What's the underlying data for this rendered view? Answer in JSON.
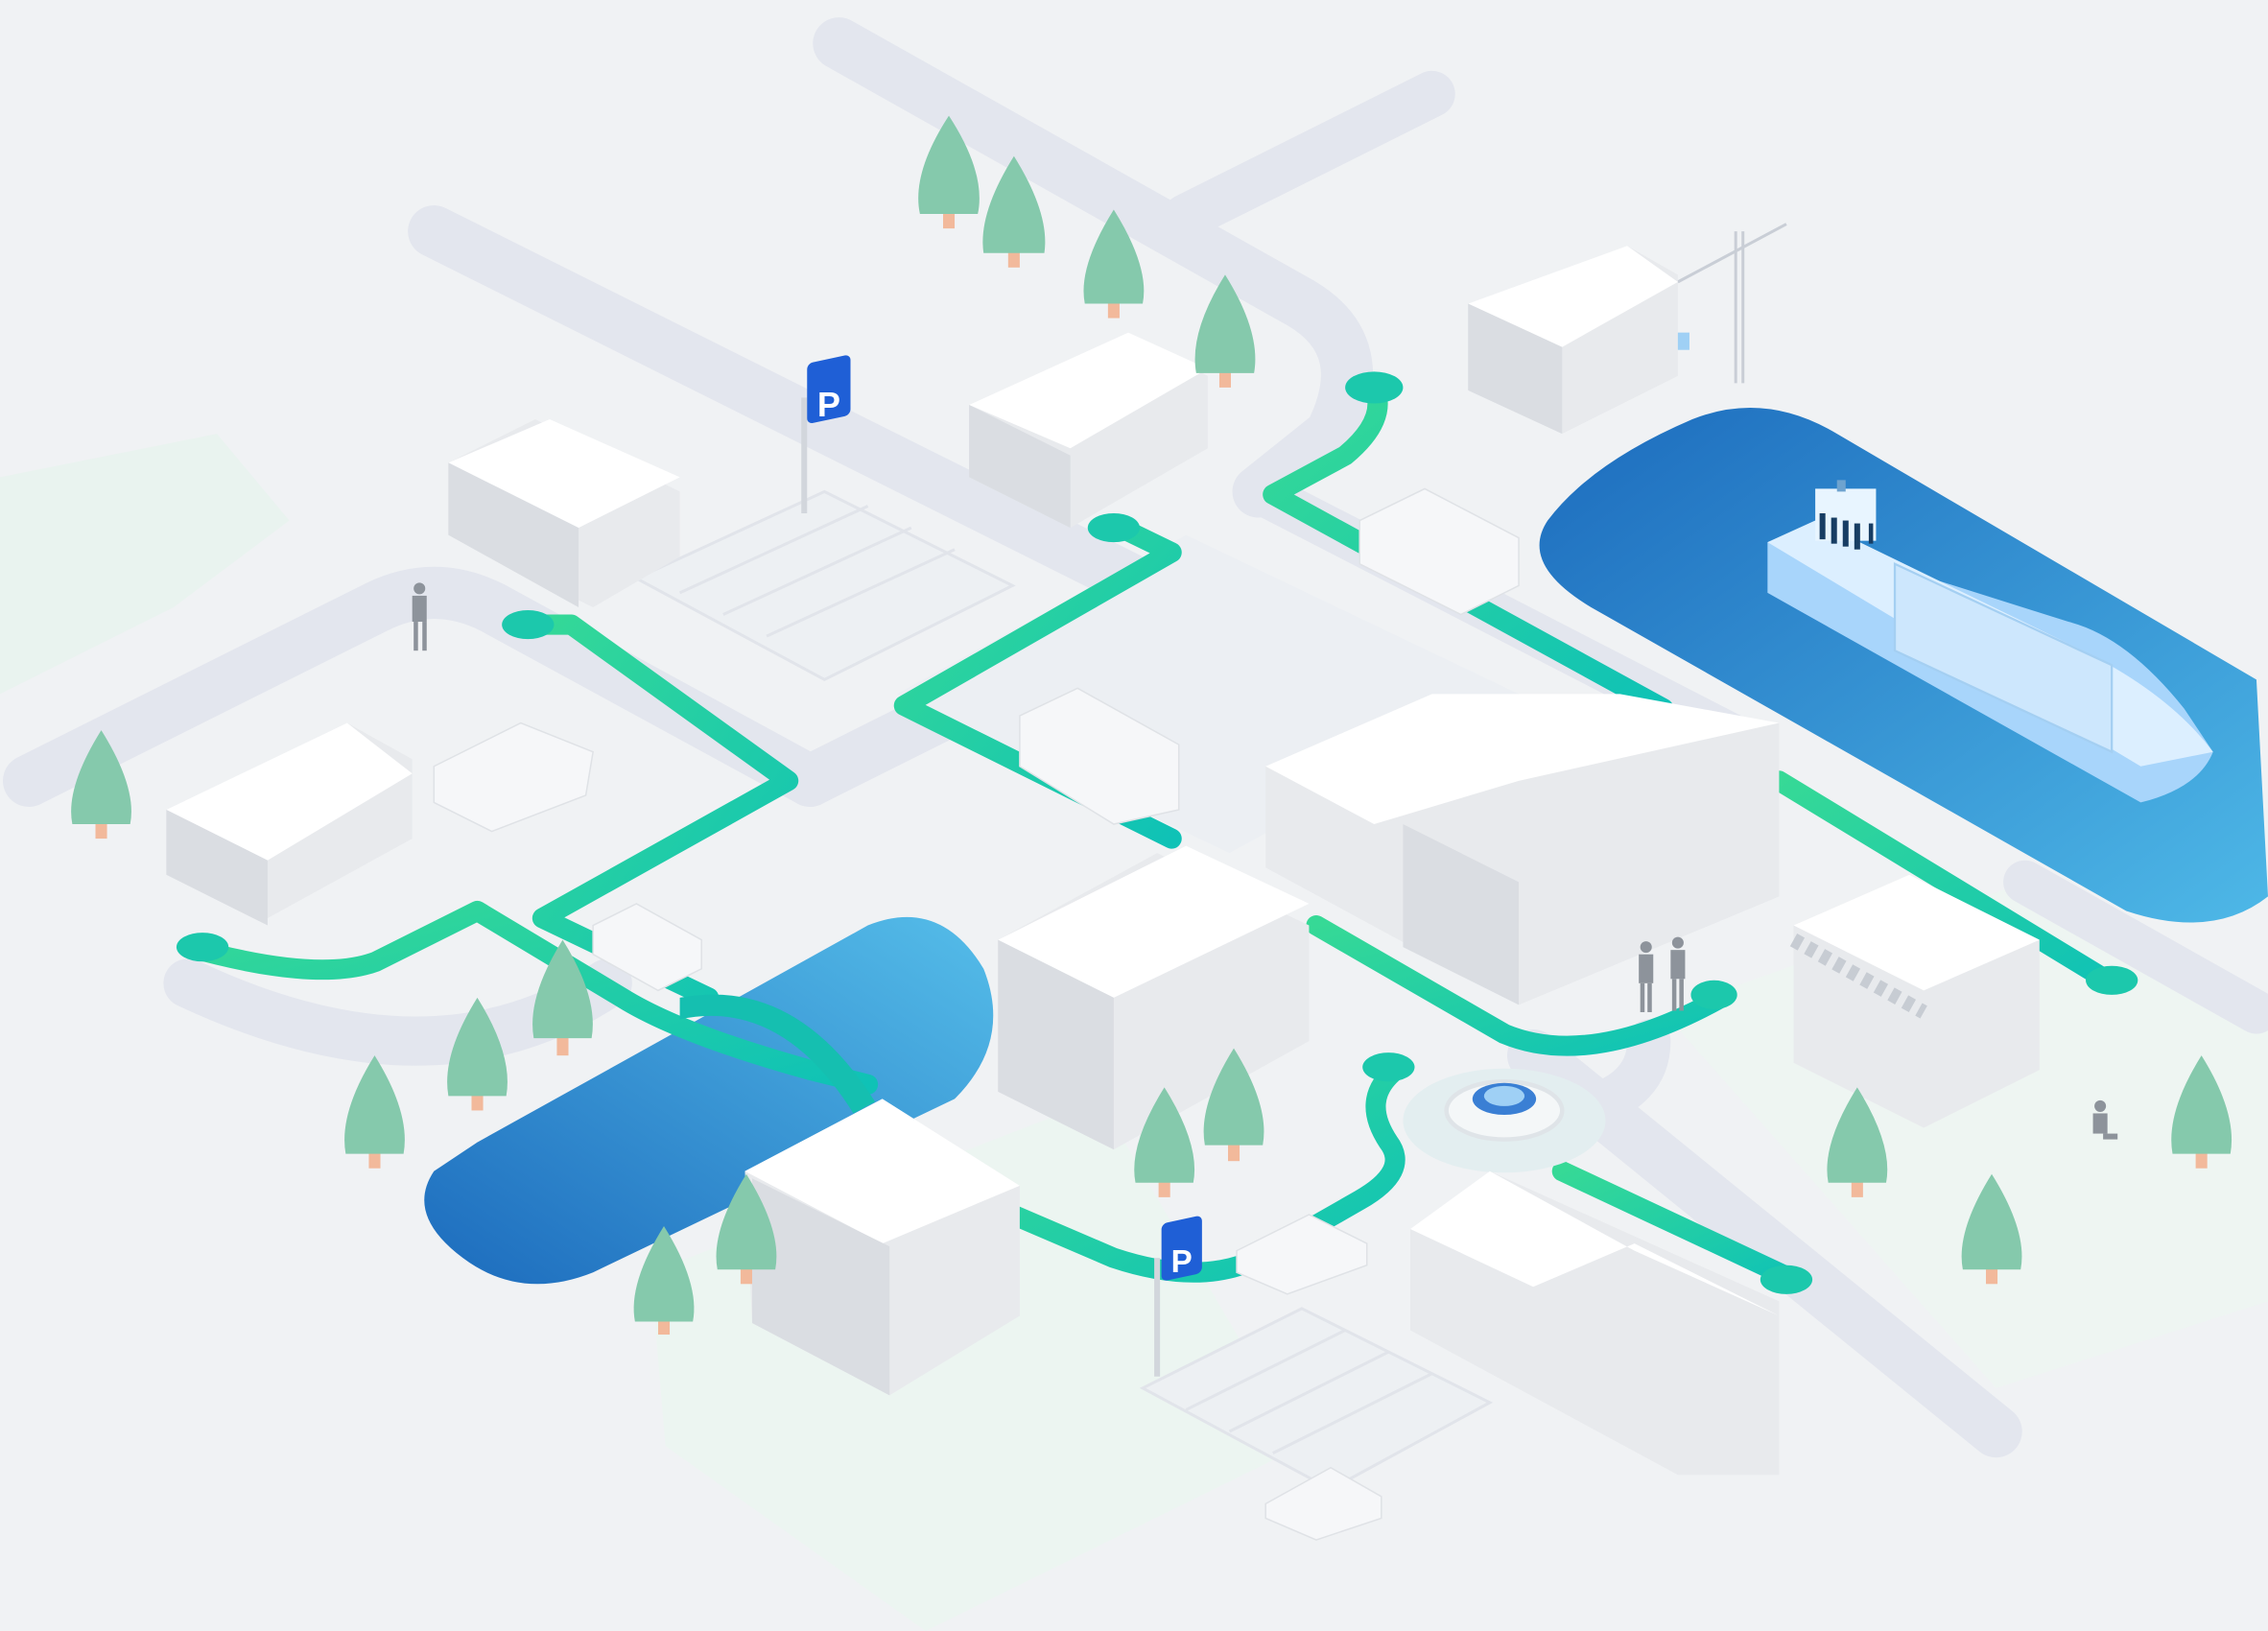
{
  "scene": {
    "title": "Isometric smart city logistics map",
    "background": "#f0f2f4",
    "colors": {
      "road": "#e4e7ee",
      "route_green": "#2fd39a",
      "route_teal": "#14c3b0",
      "water_dark": "#1f6fbf",
      "water_light": "#4db6e6",
      "building_top": "#ffffff",
      "building_side": "#e6e8eb",
      "building_shade": "#d4d7dc",
      "tree": "#86c9ad",
      "trunk": "#f0b89a",
      "parking_sign": "#1f5fd6",
      "ship": "#a9d6fa"
    },
    "parking_signs": [
      {
        "label": "P"
      },
      {
        "label": "P"
      }
    ]
  }
}
